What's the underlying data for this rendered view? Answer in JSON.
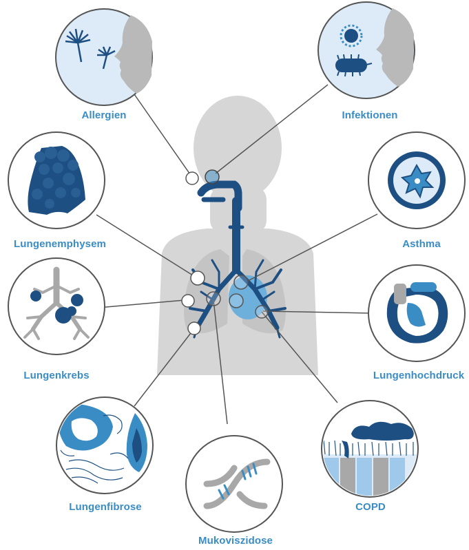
{
  "labels": {
    "allergien": "Allergien",
    "infektionen": "Infektionen",
    "lungenemphysem": "Lungenemphysem",
    "asthma": "Asthma",
    "lungenkrebs": "Lungenkrebs",
    "lungenhochdruck": "Lungenhochdruck",
    "lungenfibrose": "Lungenfibrose",
    "copd": "COPD",
    "mukoviszidose": "Mukoviszidose"
  },
  "colors": {
    "navy": "#1d4f82",
    "blue": "#3a8cc4",
    "light_blue": "#9ec9ea",
    "pale_blue": "#dcebf7",
    "silhouette": "#d4d4d4",
    "line": "#555555"
  }
}
